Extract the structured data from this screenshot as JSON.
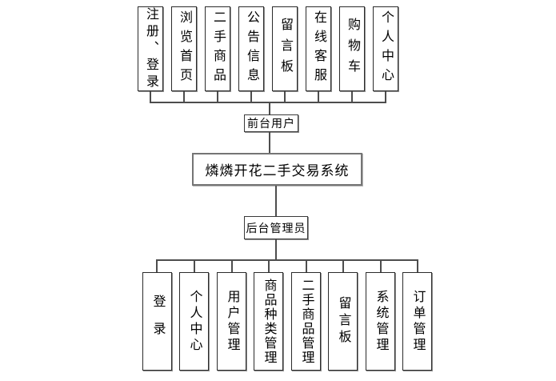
{
  "diagram": {
    "system_title": "燐燐开花二手交易系统",
    "front": {
      "role_label": "前台用户",
      "items": [
        "注册、登录",
        "浏览首页",
        "二手商品",
        "公告信息",
        "留言板",
        "在线客服",
        "购物车",
        "个人中心"
      ]
    },
    "back": {
      "role_label": "后台管理员",
      "items": [
        "登录",
        "个人中心",
        "用户管理",
        "商品种类管理",
        "二手商品管理",
        "留言板",
        "系统管理",
        "订单管理"
      ]
    },
    "colors": {
      "background": "#ffffff",
      "connector_line": "#4d4d4d",
      "box_border": "#2b2b2b",
      "central_box_border": "#757575",
      "text": "#000000"
    }
  }
}
